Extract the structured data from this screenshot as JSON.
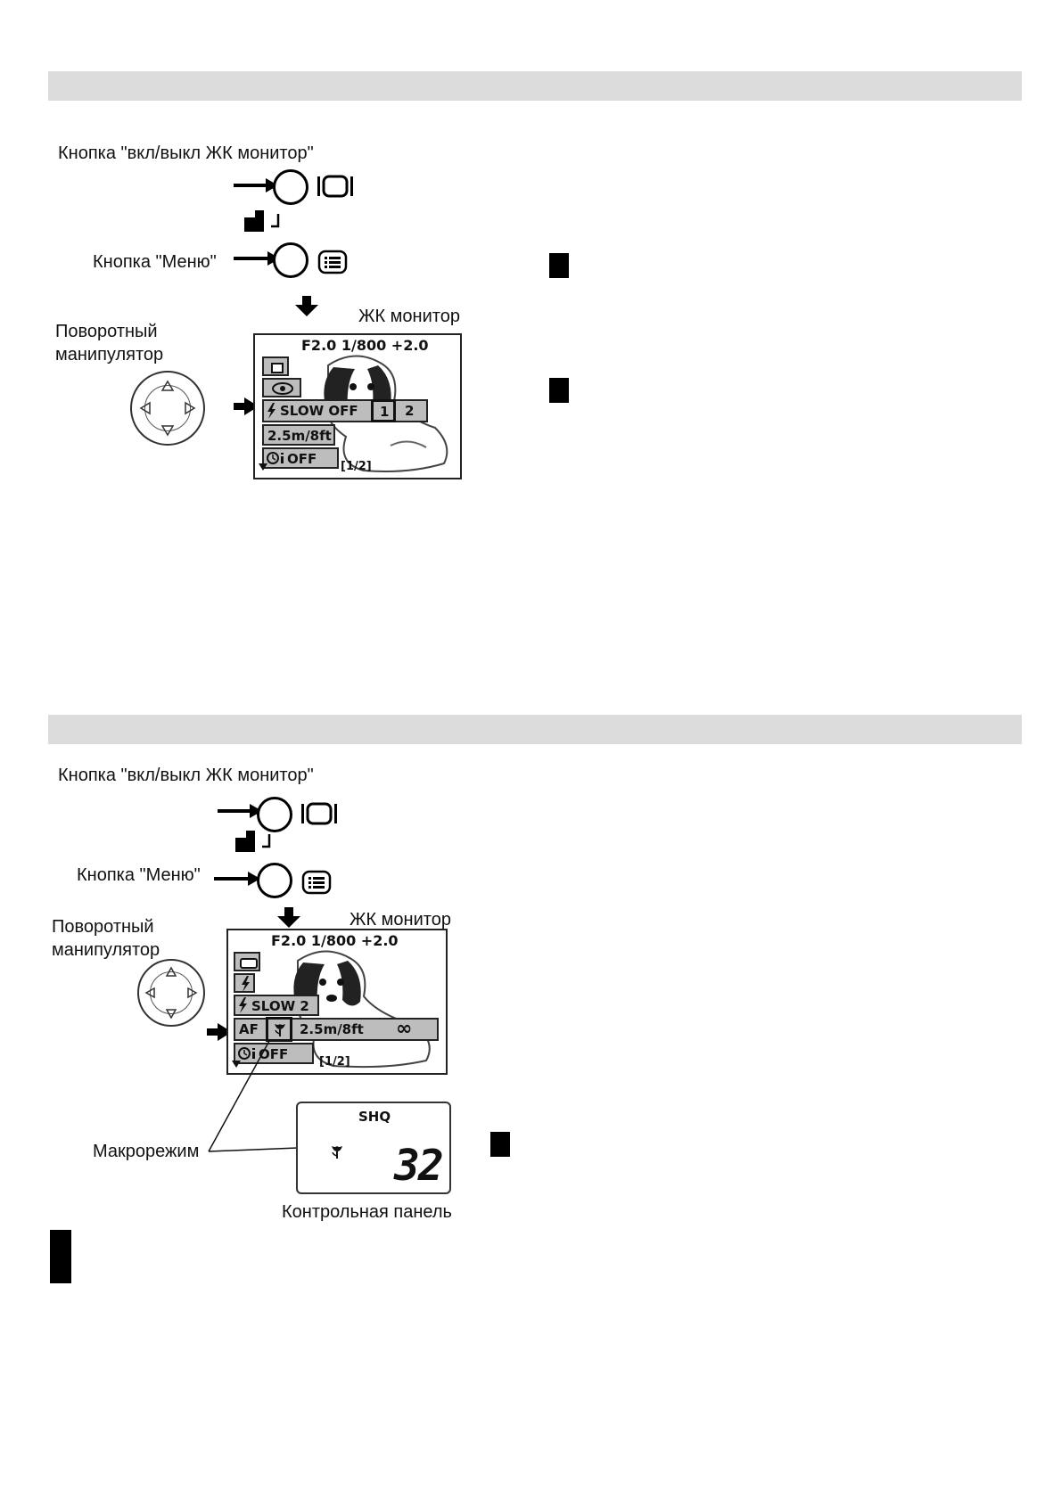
{
  "section1": {
    "lcd_button_label": "Кнопка \"вкл/выкл ЖК монитор\"",
    "menu_button_label": "Кнопка \"Меню\"",
    "monitor_label": "ЖК монитор",
    "dial_label_line1": "Поворотный",
    "dial_label_line2": "манипулятор",
    "lcd": {
      "readout": "F2.0  1/800   +2.0",
      "flash_row": "SLOW  OFF",
      "opt1": "1",
      "opt2": "2",
      "distance": "2.5m/8ft",
      "timer": "OFF",
      "page": "[1/2]"
    }
  },
  "section2": {
    "lcd_button_label": "Кнопка \"вкл/выкл ЖК монитор\"",
    "menu_button_label": "Кнопка \"Меню\"",
    "monitor_label": "ЖК монитор",
    "dial_label_line1": "Поворотный",
    "dial_label_line2": "манипулятор",
    "lcd": {
      "readout": "F2.0  1/800   +2.0",
      "slow_row": "SLOW 2",
      "af": "AF",
      "distance": "2.5m/8ft",
      "infinity": "∞",
      "timer": "OFF",
      "page": "[1/2]"
    },
    "macro_label": "Макрорежим",
    "panel": {
      "quality": "SHQ",
      "count": "32"
    },
    "panel_label": "Контрольная панель"
  }
}
